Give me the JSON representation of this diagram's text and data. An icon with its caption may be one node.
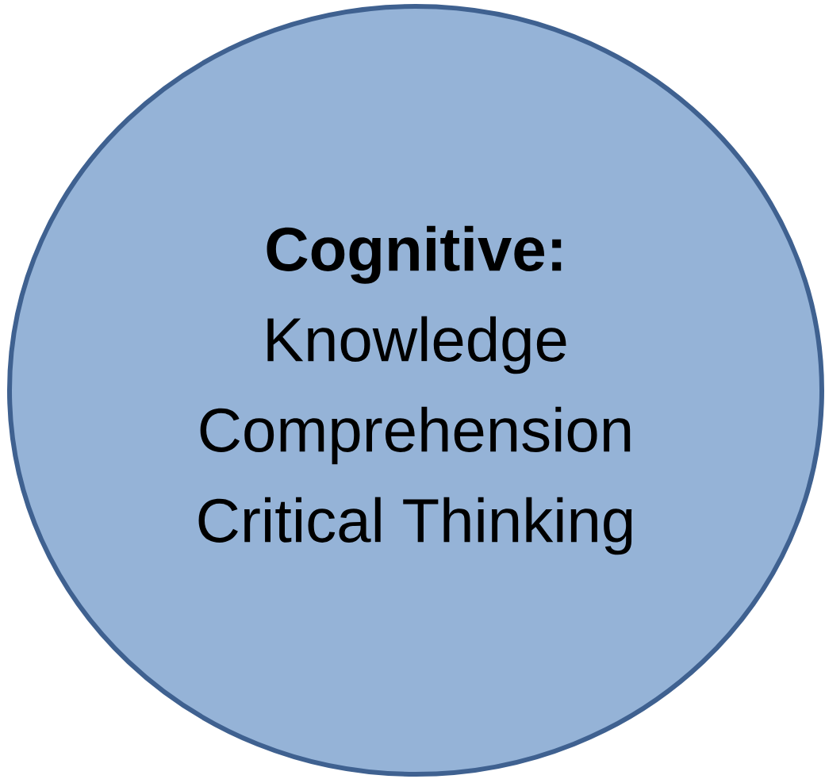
{
  "diagram": {
    "nodes": [
      {
        "text": [
          "Cognitive:",
          "Knowledge",
          "Comprehension",
          "Critical Thinking"
        ]
      }
    ]
  }
}
